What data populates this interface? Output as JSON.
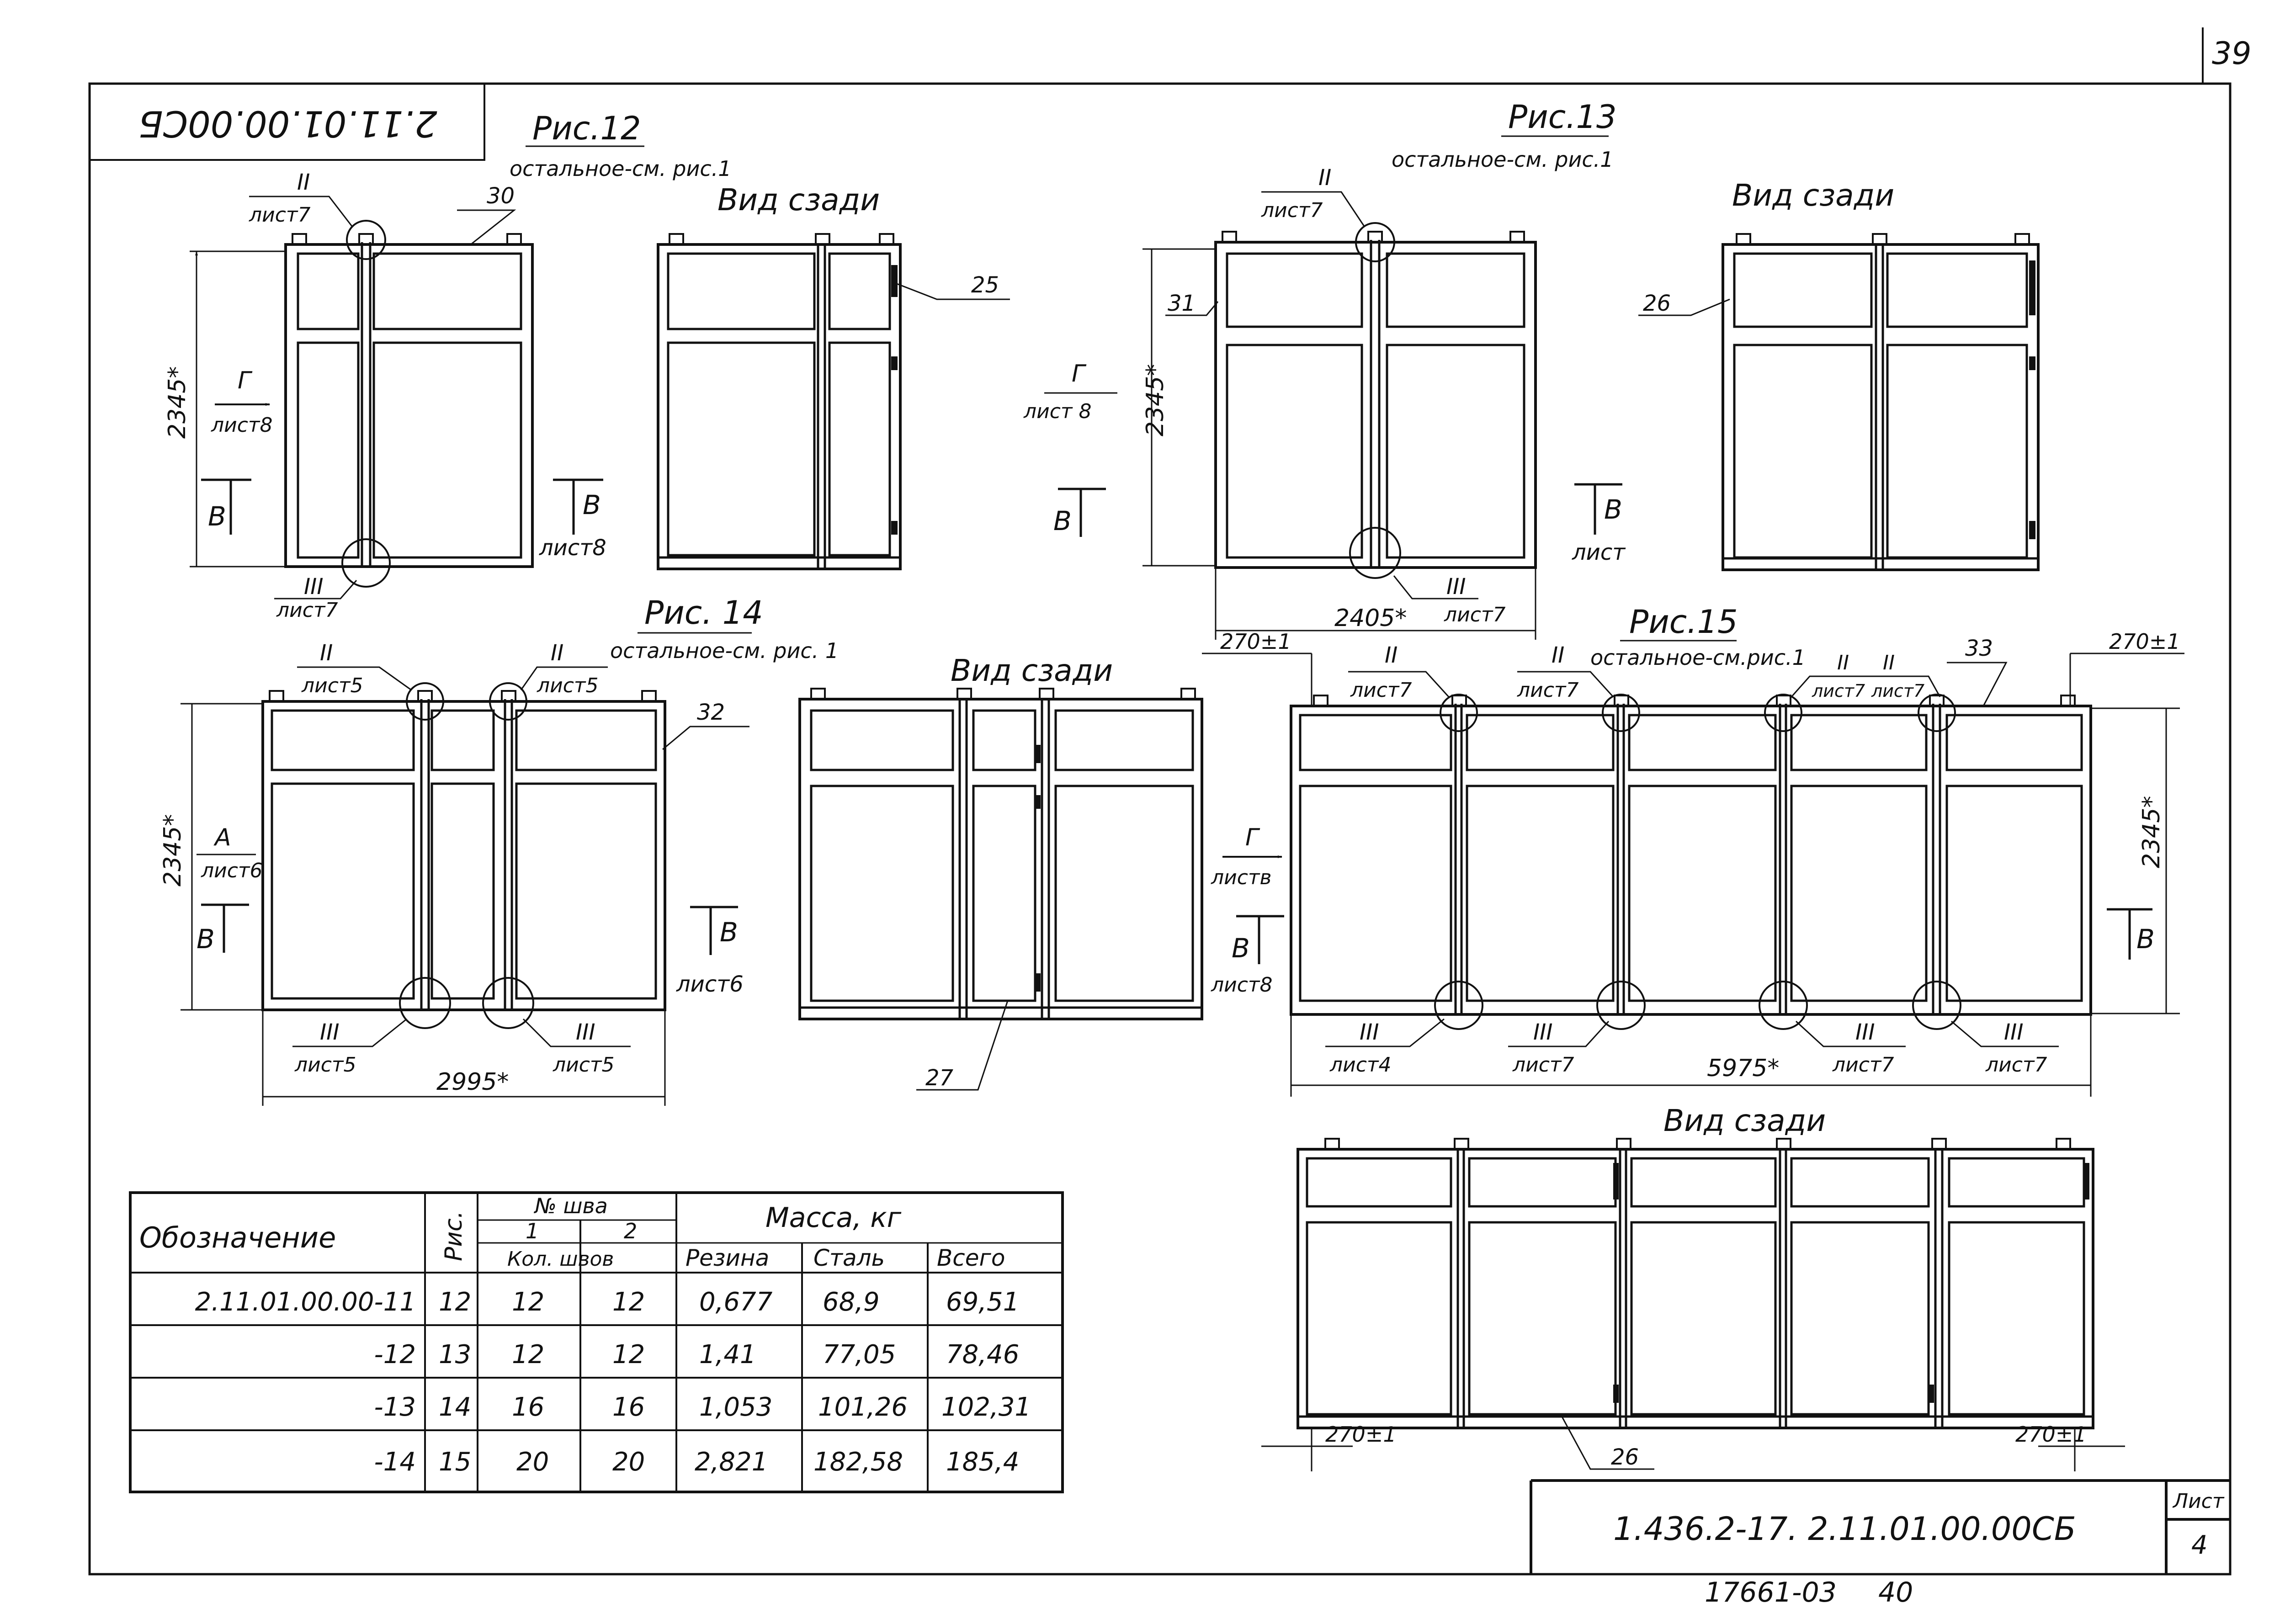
{
  "sheet_number": "39",
  "doc_code_inverted": "2.11.01.00.00СБ",
  "fig12": {
    "title": "Рис.12",
    "note": "остальное-см. рис.1",
    "back_view": "Вид сзади",
    "callout_top": "II",
    "callout_top_sheet": "лист7",
    "callout_bottom": "III",
    "callout_bottom_sheet": "лист7",
    "pos_front": "30",
    "pos_back": "25",
    "height": "2345*",
    "view_g": "Г",
    "view_g_sheet": "лист8",
    "view_v": "В",
    "view_v_right": "В",
    "view_v_sheet": "лист8"
  },
  "fig13": {
    "title": "Рис.13",
    "note": "остальное-см. рис.1",
    "back_view": "Вид сзади",
    "callout_top": "II",
    "callout_top_sheet": "лист7",
    "callout_bottom": "III",
    "callout_bottom_sheet": "лист7",
    "pos_front": "31",
    "pos_back": "26",
    "height": "2345*",
    "width": "2405*",
    "view_g": "Г",
    "view_g_sheet": "лист 8",
    "view_v": "В",
    "view_v_right": "В",
    "view_v_sheet": "лист"
  },
  "fig14": {
    "title": "Рис. 14",
    "note": "остальное-см. рис. 1",
    "back_view": "Вид сзади",
    "callout_top": "II",
    "callout_top_sheet": "лист5",
    "callout_bottom": "III",
    "callout_bottom_sheet": "лист5",
    "pos_front": "32",
    "pos_back": "27",
    "height": "2345*",
    "width": "2995*",
    "view_a": "А",
    "view_a_sheet": "лист6",
    "view_v": "В",
    "view_v_right": "В",
    "view_v_sheet": "лист6"
  },
  "fig15": {
    "title": "Рис.15",
    "note": "остальное-см.рис.1",
    "back_view": "Вид сзади",
    "callout": "II",
    "callout_sheet": "лист7",
    "callout_b": "III",
    "callout_b_sheet1": "лист4",
    "callout_b_sheet": "лист7",
    "pos_front": "33",
    "pos_back": "26",
    "height": "2345*",
    "width": "5975*",
    "offset": "270±1",
    "view_g": "Г",
    "view_g_sheet": "листв",
    "view_v": "В",
    "view_v_right": "В",
    "view_v_sheet": "лист8"
  },
  "table": {
    "h_designation": "Обозначение",
    "h_fig": "Рис.",
    "h_seam": "№ шва",
    "h_seam1": "1",
    "h_seam2": "2",
    "h_count": "Кол. швов",
    "h_mass": "Масса, кг",
    "h_rubber": "Резина",
    "h_steel": "Сталь",
    "h_total": "Всего",
    "rows": [
      {
        "designation": "2.11.01.00.00-11",
        "fig": "12",
        "s1": "12",
        "s2": "12",
        "rubber": "0,677",
        "steel": "68,9",
        "total": "69,51"
      },
      {
        "designation": "-12",
        "fig": "13",
        "s1": "12",
        "s2": "12",
        "rubber": "1,41",
        "steel": "77,05",
        "total": "78,46"
      },
      {
        "designation": "-13",
        "fig": "14",
        "s1": "16",
        "s2": "16",
        "rubber": "1,053",
        "steel": "101,26",
        "total": "102,31"
      },
      {
        "designation": "-14",
        "fig": "15",
        "s1": "20",
        "s2": "20",
        "rubber": "2,821",
        "steel": "182,58",
        "total": "185,4"
      }
    ]
  },
  "title_block": {
    "code": "1.436.2-17. 2.11.01.00.00СБ",
    "sheet_label": "Лист",
    "sheet_value": "4"
  },
  "footer_number": "17661-03",
  "footer_page": "40"
}
